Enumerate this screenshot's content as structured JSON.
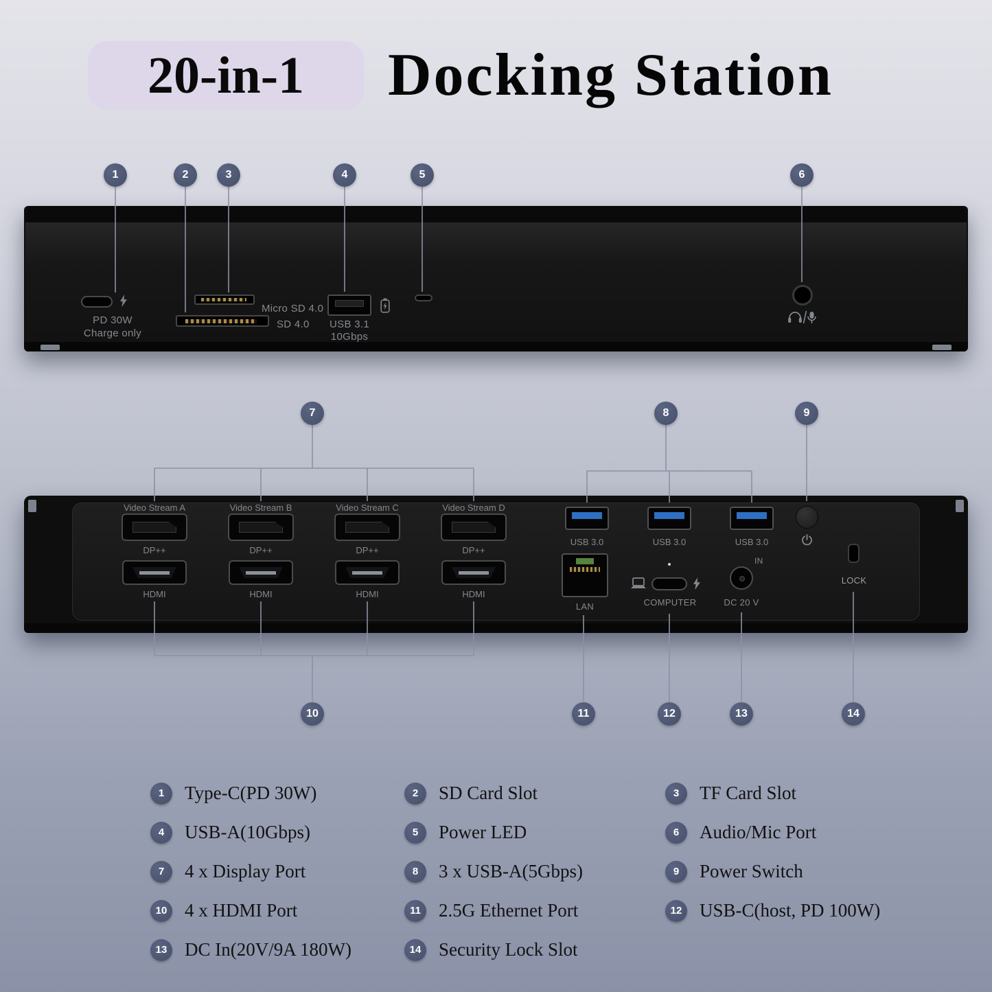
{
  "title": {
    "badge": "20-in-1",
    "heading": "Docking Station"
  },
  "front": {
    "typec": {
      "line1": "PD 30W",
      "line2": "Charge only"
    },
    "card_slots": {
      "micro_sd": "Micro SD 4.0",
      "sd": "SD 4.0"
    },
    "usb": {
      "line1": "USB 3.1",
      "line2": "10Gbps"
    }
  },
  "back": {
    "video_streams": [
      {
        "name": "Video Stream A",
        "dp": "DP++",
        "hdmi": "HDMI"
      },
      {
        "name": "Video Stream B",
        "dp": "DP++",
        "hdmi": "HDMI"
      },
      {
        "name": "Video Stream C",
        "dp": "DP++",
        "hdmi": "HDMI"
      },
      {
        "name": "Video Stream D",
        "dp": "DP++",
        "hdmi": "HDMI"
      }
    ],
    "usb_ports": [
      {
        "label": "USB 3.0"
      },
      {
        "label": "USB 3.0"
      },
      {
        "label": "USB 3.0"
      }
    ],
    "lan": "LAN",
    "computer": "COMPUTER",
    "dc_in": "IN",
    "dc": "DC 20 V",
    "lock": "LOCK"
  },
  "legend": {
    "items": [
      {
        "num": "1",
        "label": "Type-C(PD 30W)"
      },
      {
        "num": "2",
        "label": "SD Card Slot"
      },
      {
        "num": "3",
        "label": "TF Card Slot"
      },
      {
        "num": "4",
        "label": "USB-A(10Gbps)"
      },
      {
        "num": "5",
        "label": "Power LED"
      },
      {
        "num": "6",
        "label": "Audio/Mic Port"
      },
      {
        "num": "7",
        "label": "4 x Display Port"
      },
      {
        "num": "8",
        "label": "3 x USB-A(5Gbps)"
      },
      {
        "num": "9",
        "label": "Power Switch"
      },
      {
        "num": "10",
        "label": "4 x HDMI Port"
      },
      {
        "num": "11",
        "label": "2.5G Ethernet Port"
      },
      {
        "num": "12",
        "label": "USB-C(host, PD 100W)"
      },
      {
        "num": "13",
        "label": "DC In(20V/9A 180W)"
      },
      {
        "num": "14",
        "label": "Security Lock Slot"
      }
    ]
  },
  "icons": {
    "charge_lightning": "bolt-shape",
    "battery_charging": "battery-bolt-shape",
    "headphone_mic": "headset-mic-shape",
    "laptop": "laptop-shape",
    "power": "power-symbol-shape"
  },
  "colors": {
    "callout": "#4a5268",
    "badge_bg": "#ddd7e9",
    "usb3_blue": "#2e6fc2"
  }
}
